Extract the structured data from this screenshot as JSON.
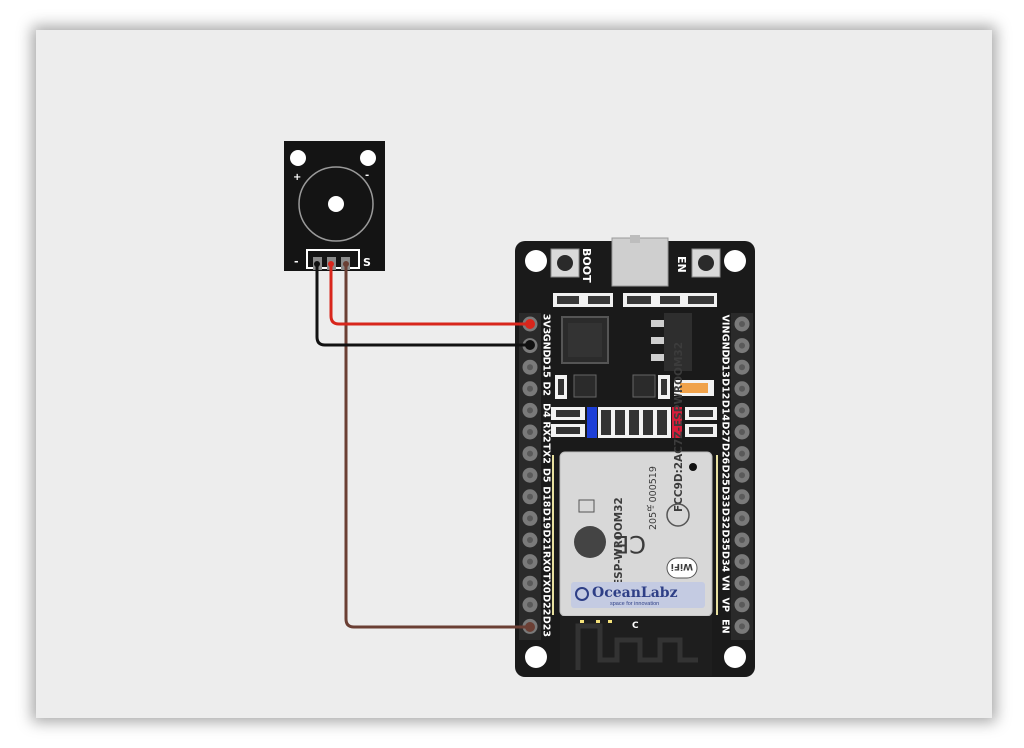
{
  "buzzer": {
    "plus": "+",
    "minus_top": "-",
    "minus_pin": "-",
    "signal_pin": "S"
  },
  "esp32": {
    "boot_label": "BOOT",
    "en_label": "EN",
    "left_pins": [
      "3V3",
      "GND",
      "D15",
      "D2",
      "D4",
      "RX2",
      "TX2",
      "D5",
      "D18",
      "D19",
      "D21",
      "RX0",
      "TX0",
      "D22",
      "D23"
    ],
    "right_pins": [
      "VIN",
      "GND",
      "D13",
      "D12",
      "D14",
      "D27",
      "D26",
      "D25",
      "D33",
      "D32",
      "D35",
      "D34",
      "VN",
      "VP",
      "EN"
    ],
    "module": {
      "fcc": "FCC9D:2AC7Z-ESPWROOM32",
      "cert": "205 - 000519",
      "reg": "R",
      "ce": "CE",
      "wifi": "WiFi",
      "model": "ESP-WROOM32",
      "brand": "OceanLabz",
      "tagline": "space for innovation"
    },
    "antenna_mark": "C"
  },
  "colors": {
    "canvas_bg": "#ededed",
    "board": "#1a1a1a",
    "wire_red": "#d8261c",
    "wire_black": "#111111",
    "wire_brown": "#6b3f34",
    "header_pin": "#7a7a7a",
    "led_blue": "#1d3fd8",
    "led_red": "#d81d3a",
    "led_orange": "#f0a24a"
  }
}
